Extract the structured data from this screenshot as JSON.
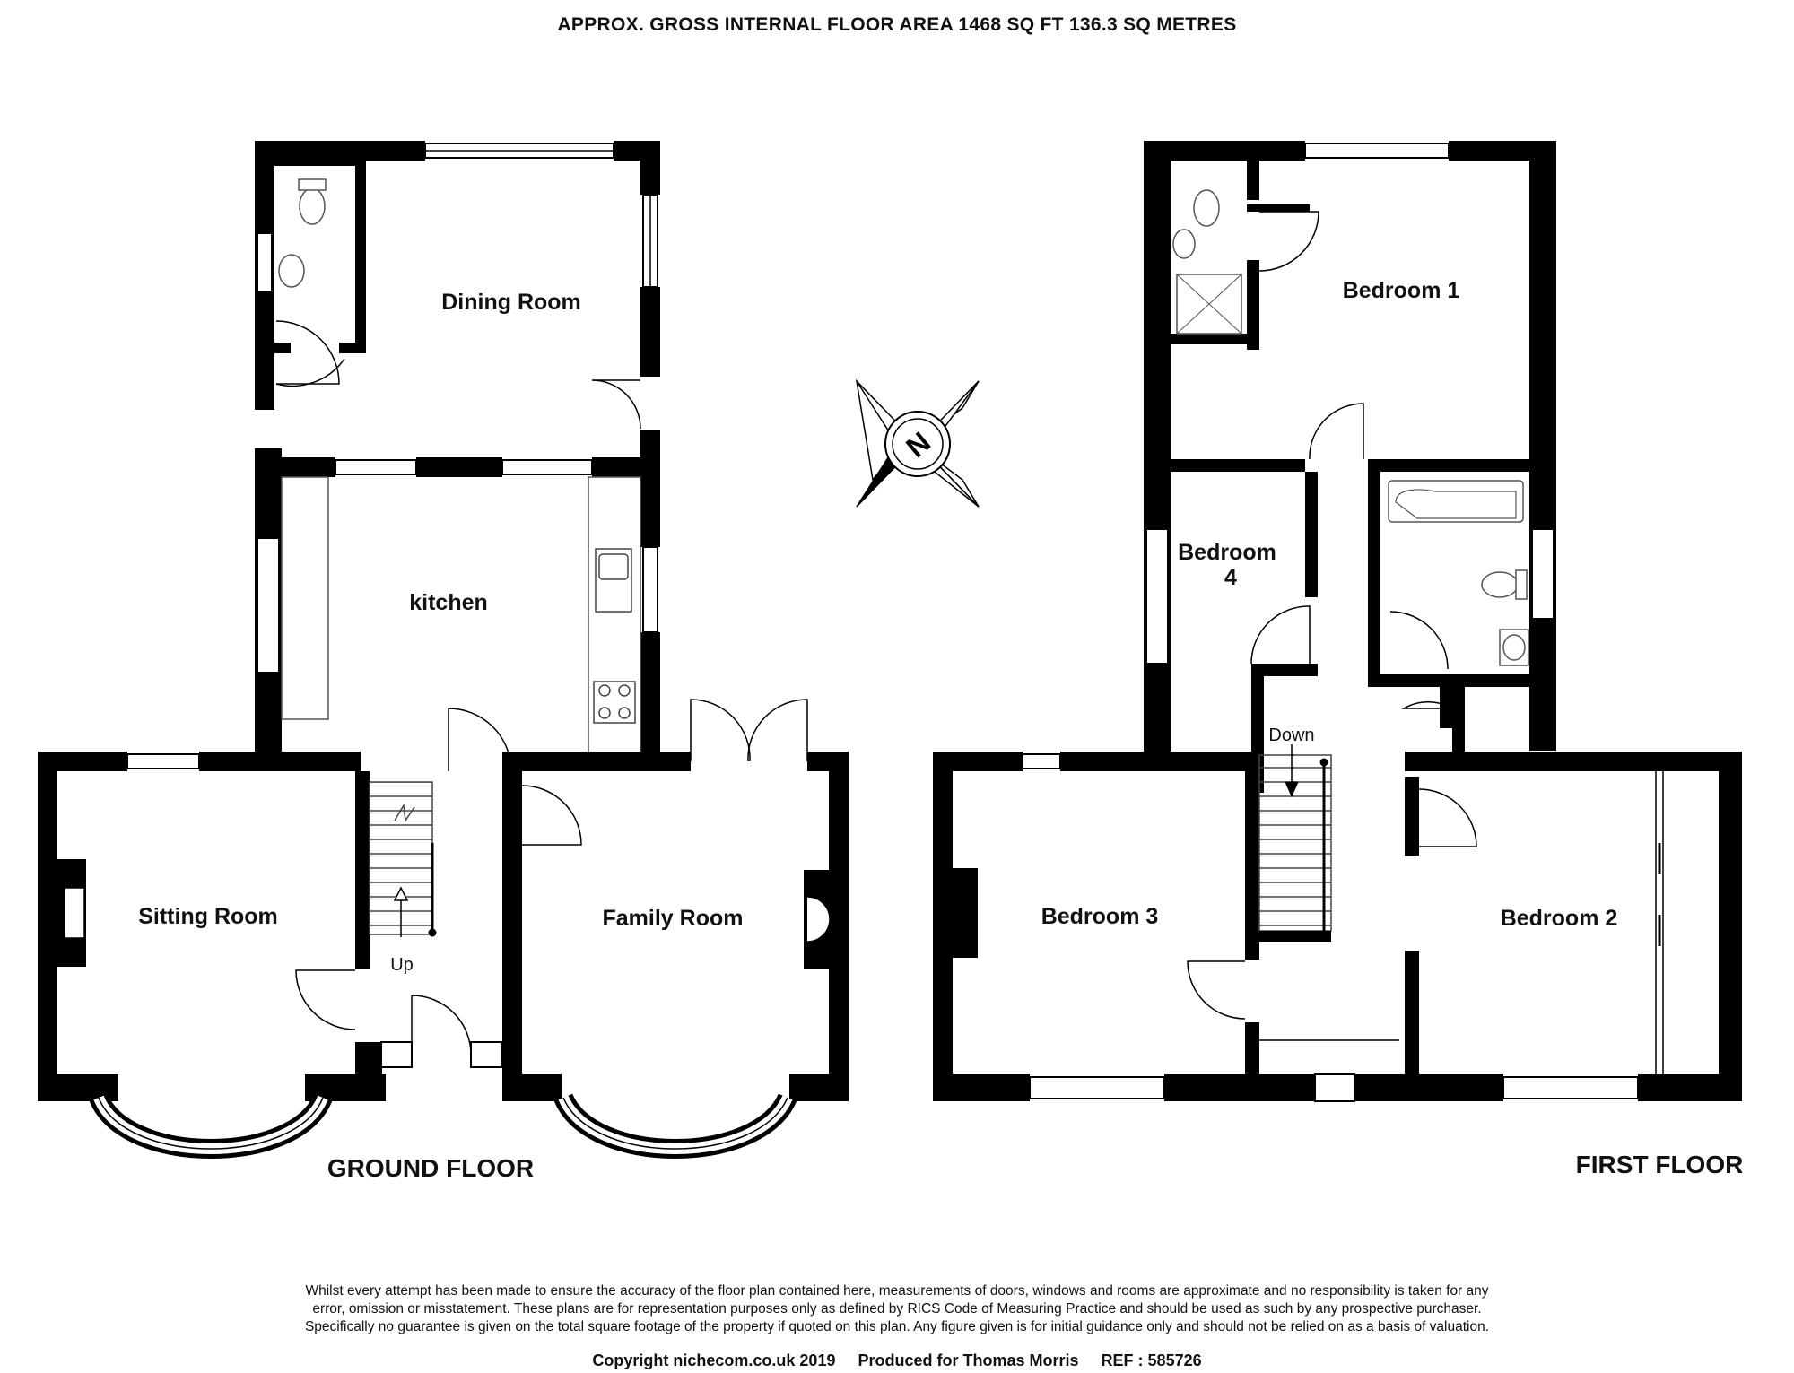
{
  "header": {
    "area_text": "APPROX. GROSS INTERNAL FLOOR AREA 1468 SQ FT 136.3 SQ METRES"
  },
  "floors": {
    "ground": {
      "label": "GROUND FLOOR",
      "rooms": {
        "dining": "Dining Room",
        "kitchen": "kitchen",
        "sitting": "Sitting Room",
        "family": "Family Room"
      },
      "stairs_label": "Up"
    },
    "first": {
      "label": "FIRST FLOOR",
      "rooms": {
        "bedroom1": "Bedroom 1",
        "bedroom4_line1": "Bedroom",
        "bedroom4_line2": "4",
        "bedroom3": "Bedroom 3",
        "bedroom2": "Bedroom 2"
      },
      "stairs_label": "Down"
    }
  },
  "compass": {
    "letter": "N"
  },
  "footer": {
    "disclaimer": [
      "Whilst every attempt has been made to ensure the accuracy of the floor plan contained here, measurements of doors, windows and rooms are approximate and no responsibility is taken for any",
      "error, omission or misstatement. These plans are for representation purposes only as defined by RICS Code of Measuring Practice and should be used as such by any prospective purchaser.",
      "Specifically no guarantee is given on the total square footage of the property if quoted on this plan. Any figure given is for initial guidance only and should not be relied on as a basis of valuation."
    ],
    "copyright": "Copyright nichecom.co.uk 2019",
    "produced": "Produced for Thomas Morris",
    "ref": "REF : 585726"
  },
  "colors": {
    "wall": "#000000",
    "fixture": "#555555",
    "background": "#ffffff"
  }
}
